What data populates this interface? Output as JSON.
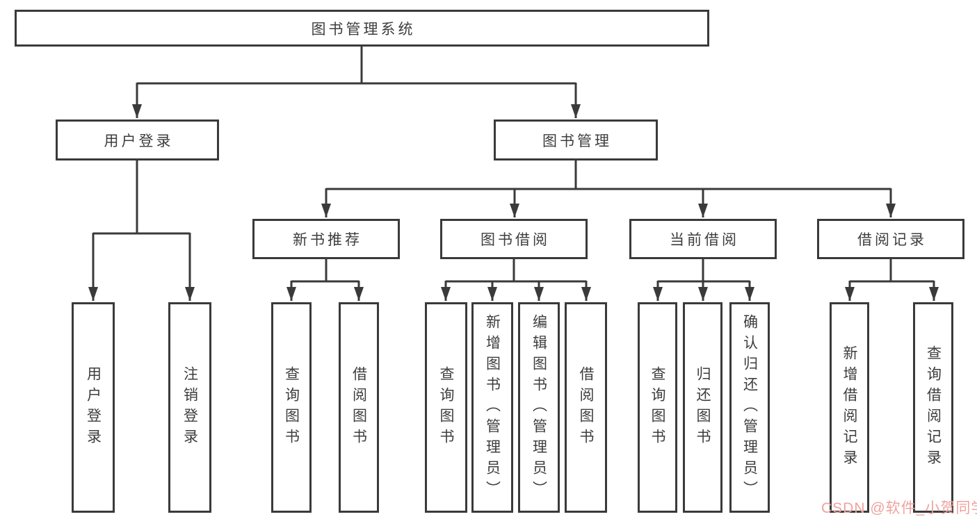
{
  "diagram": {
    "title": "图书管理系统",
    "type": "hierarchy-tree"
  },
  "tree": {
    "label": "图书管理系统",
    "children": [
      {
        "label": "用户登录",
        "children": [
          {
            "label": "用户登录"
          },
          {
            "label": "注销登录"
          }
        ]
      },
      {
        "label": "图书管理",
        "children": [
          {
            "label": "新书推荐",
            "children": [
              {
                "label": "查询图书"
              },
              {
                "label": "借阅图书"
              }
            ]
          },
          {
            "label": "图书借阅",
            "children": [
              {
                "label": "查询图书"
              },
              {
                "label": "新增图书（管理员）"
              },
              {
                "label": "编辑图书（管理员）"
              },
              {
                "label": "借阅图书"
              }
            ]
          },
          {
            "label": "当前借阅",
            "children": [
              {
                "label": "查询图书"
              },
              {
                "label": "归还图书"
              },
              {
                "label": "确认归还（管理员）"
              }
            ]
          },
          {
            "label": "借阅记录",
            "children": [
              {
                "label": "新增借阅记录"
              },
              {
                "label": "查询借阅记录"
              }
            ]
          }
        ]
      }
    ]
  },
  "watermark": {
    "text": "CSDN @软件_小贺同学"
  },
  "colors": {
    "line": "#3a3a3a",
    "box_border": "#3a3a3a",
    "text": "#3d3d3d",
    "watermark": "#f0a29e",
    "background": "#ffffff"
  }
}
